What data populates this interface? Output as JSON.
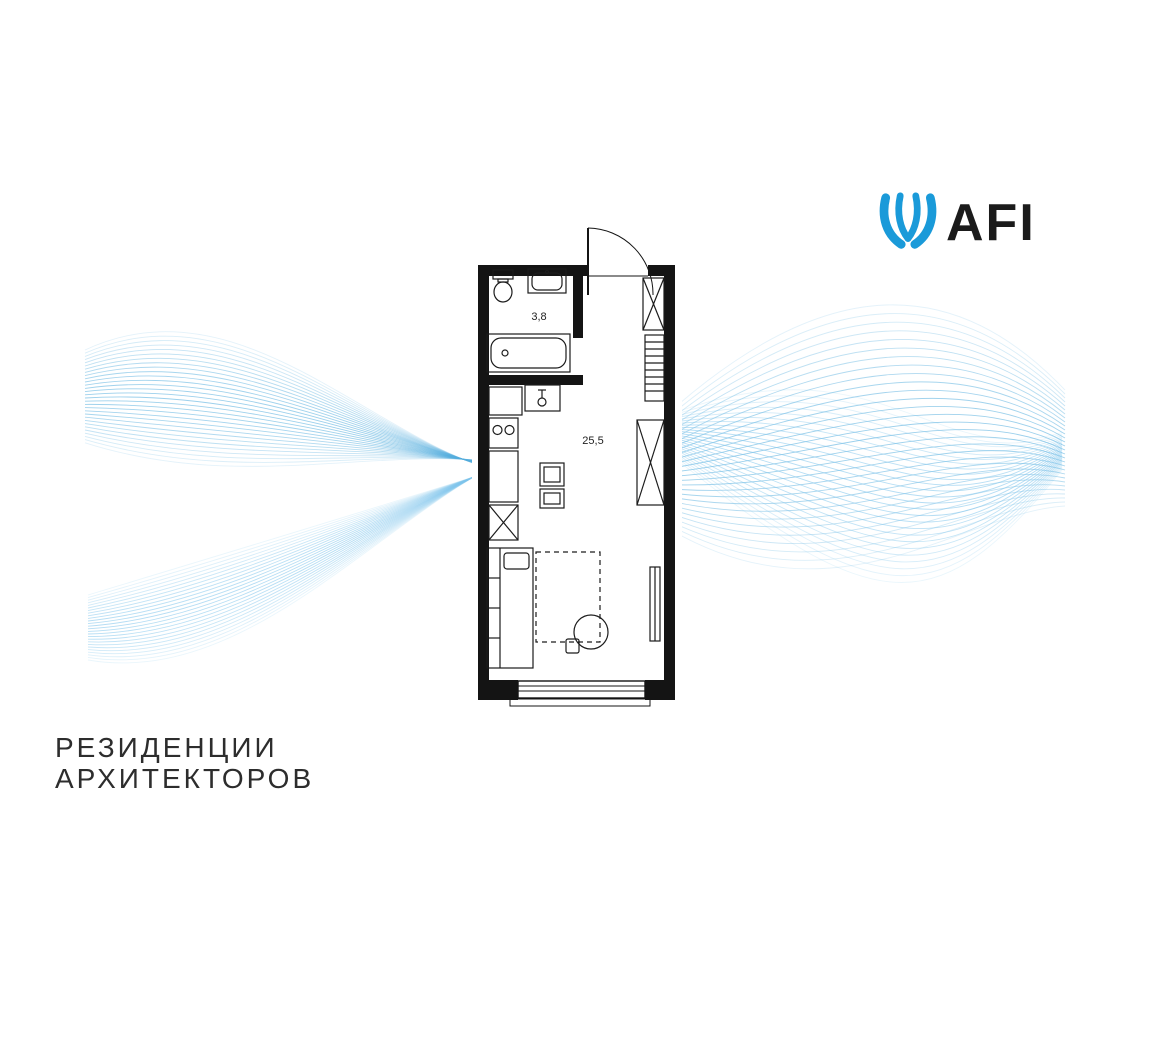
{
  "logo": {
    "text": "AFI",
    "brand_blue": "#1a9ad9"
  },
  "tagline": {
    "line1": "РЕЗИДЕНЦИИ",
    "line2": "АРХИТЕКТОРОВ"
  },
  "plan": {
    "bathroom_area": "3,8",
    "room_area": "25,5"
  },
  "colors": {
    "wave_blue_dark": "#55aede",
    "wave_blue_light": "#7fc5ec",
    "plan_ink": "#141414",
    "text_dark": "#2d2d2d"
  }
}
